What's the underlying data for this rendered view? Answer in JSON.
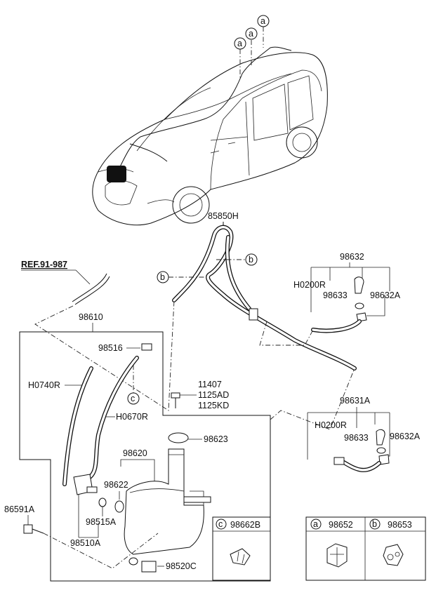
{
  "labels": {
    "p85850H": "85850H",
    "ref": "REF.91-987",
    "p98610": "98610",
    "p98516": "98516",
    "pH0740R": "H0740R",
    "pH0670R": "H0670R",
    "p11407": "11407",
    "p1125AD": "1125AD",
    "p1125KD": "1125KD",
    "p98623": "98623",
    "p98620": "98620",
    "p98622": "98622",
    "p98515A": "98515A",
    "p98510A": "98510A",
    "p86591A": "86591A",
    "p98520C": "98520C",
    "p98632": "98632",
    "pH0200R_1": "H0200R",
    "p98633_1": "98633",
    "p98632A_1": "98632A",
    "p98631A": "98631A",
    "pH0200R_2": "H0200R",
    "p98633_2": "98633",
    "p98632A_2": "98632A",
    "p98662B": "98662B",
    "p98652": "98652",
    "p98653": "98653"
  },
  "callouts": {
    "a": "a",
    "b": "b",
    "c": "c"
  }
}
